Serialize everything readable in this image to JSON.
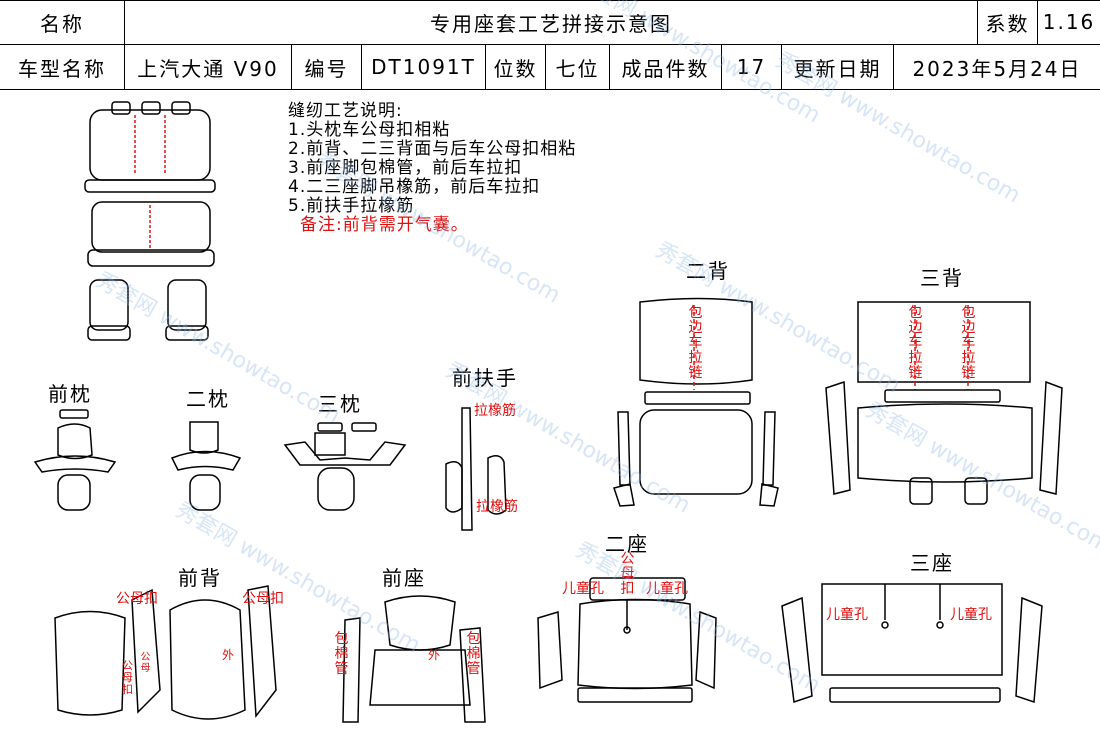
{
  "header": {
    "name_label": "名称",
    "doc_title": "专用座套工艺拼接示意图",
    "coef_label": "系数",
    "coef_value": "1.16",
    "model_label": "车型名称",
    "model_value": "上汽大通 V90",
    "code_label": "编号",
    "code_value": "DT1091T",
    "seats_label": "位数",
    "seats_value": "七位",
    "pieces_label": "成品件数",
    "pieces_value": "17",
    "update_label": "更新日期",
    "update_value": "2023年5月24日"
  },
  "notes": {
    "title": "缝纫工艺说明:",
    "items": [
      "1.头枕车公母扣相粘",
      "2.前背、二三背面与后车公母扣相粘",
      "3.前座脚包棉管，前后车拉扣",
      "4.二三座脚吊橡筋，前后车拉扣",
      "5.前扶手拉橡筋"
    ],
    "remark": "备注:前背需开气囊。"
  },
  "sections": {
    "front_headrest": "前枕",
    "second_headrest": "二枕",
    "third_headrest": "三枕",
    "front_armrest": "前扶手",
    "second_back": "二背",
    "third_back": "三背",
    "front_back": "前背",
    "front_seat": "前座",
    "second_seat": "二座",
    "third_seat": "三座"
  },
  "annotations": {
    "elastic_band": "拉橡筋",
    "edge_zipper": "包边车拉链",
    "snap_button": "公母扣",
    "outer": "外",
    "cotton_tube": "包棉管",
    "snap_fastener": "公母扣",
    "child_hole": "儿童孔",
    "small_snap": "公母",
    "small_snap2": "公母扣"
  },
  "watermark": {
    "text": "秀套网 www.showtao.com"
  },
  "colors": {
    "annotation": "#e01010",
    "line": "#000000",
    "watermark": "#8fb6e6"
  }
}
